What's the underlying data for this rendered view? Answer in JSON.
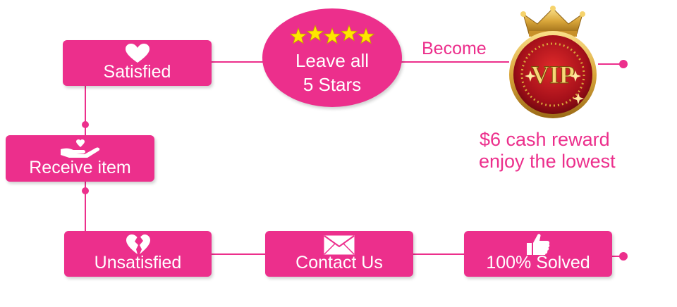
{
  "nodes": {
    "satisfied": {
      "label": "Satisfied",
      "icon": "heart-icon"
    },
    "receive_item": {
      "label": "Receive item",
      "icon": "open-hand-icon"
    },
    "unsatisfied": {
      "label": "Unsatisfied",
      "icon": "broken-heart-icon"
    },
    "contact_us": {
      "label": "Contact Us",
      "icon": "envelope-icon"
    },
    "solved": {
      "label": "100% Solved",
      "icon": "thumbs-up-icon"
    },
    "leave_stars": {
      "line1": "Leave all",
      "line2": "5 Stars",
      "icon": "five-stars-icon",
      "star_count": 5
    }
  },
  "become_label": "Become",
  "vip": {
    "badge_text": "VIP",
    "icon": "crown-vip-badge-icon"
  },
  "reward": {
    "line1": "$6 cash reward",
    "line2": "enjoy the lowest"
  },
  "colors": {
    "accent": "#ec2f8c",
    "star": "#ffe600",
    "vip_red": "#b5121b",
    "gold": "#e8b548"
  }
}
